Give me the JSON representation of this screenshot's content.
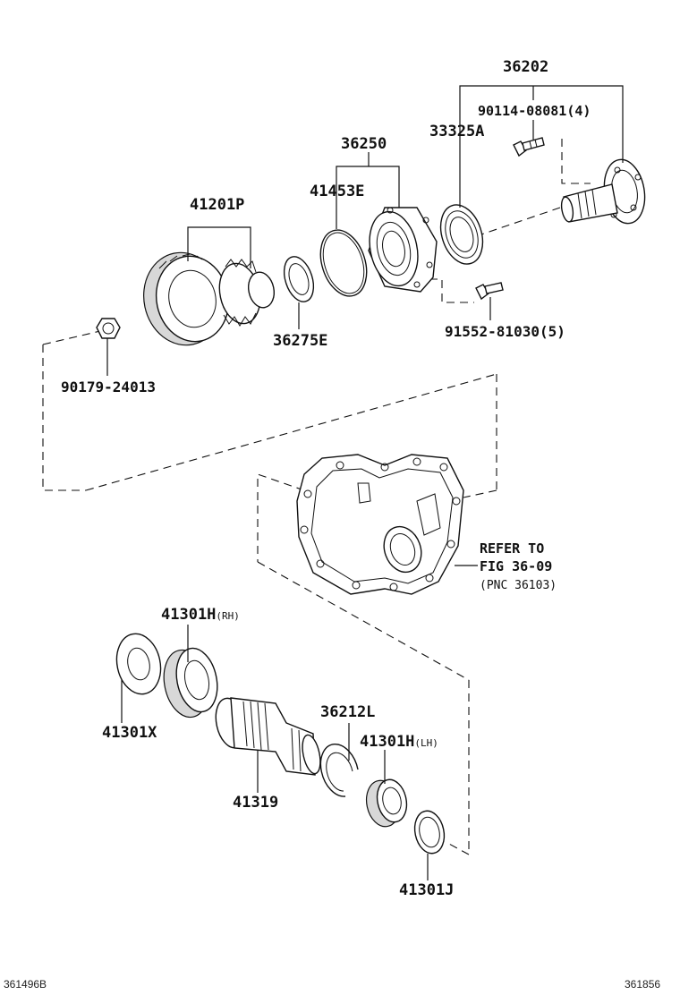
{
  "diagram": {
    "labels": {
      "p36202": "36202",
      "p90114": "90114-08081(4)",
      "p36250": "36250",
      "p33325a": "33325A",
      "p41453e": "41453E",
      "p41201p": "41201P",
      "p36275e": "36275E",
      "p91552": "91552-81030(5)",
      "p90179": "90179-24013",
      "p41301h_rh": "41301H",
      "p41301x": "41301X",
      "p36212l": "36212L",
      "p41301h_lh": "41301H",
      "p41319": "41319",
      "p41301j": "41301J"
    },
    "suffixes": {
      "rh": "(RH)",
      "lh": "(LH)"
    },
    "refer": {
      "line1": "REFER TO",
      "line2": "FIG 36-09",
      "line3": "(PNC 36103)"
    },
    "corners": {
      "left": "361496B",
      "right": "361856"
    },
    "icons": {
      "differential_case": "differential-case-icon",
      "side_gear": "side-gear-icon",
      "ring_gear": "ring-gear-icon"
    }
  }
}
